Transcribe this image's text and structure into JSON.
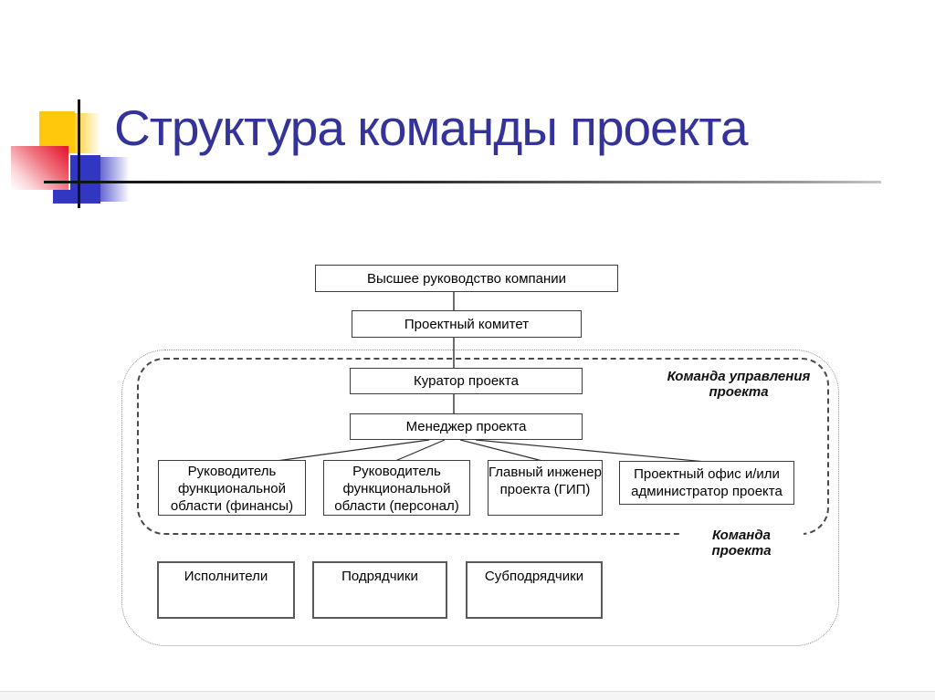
{
  "slide": {
    "title": "Структура команды проекта"
  },
  "colors": {
    "title_text": "#333399",
    "box_border": "#3d3d3d",
    "bottom_box_border": "#595959",
    "dashed_region_border": "#4a4a4a",
    "dotted_region_border": "#8f8f8f",
    "accent_yellow": "#ffc80a",
    "accent_red": "#e61931",
    "accent_blue": "#3136c3",
    "connector": "#2e2e2e"
  },
  "org_chart": {
    "boxes": {
      "top_management": "Высшее руководство компании",
      "project_committee": "Проектный комитет",
      "curator": "Куратор проекта",
      "manager": "Менеджер проекта",
      "func_finance": "Руководитель\nфункциональной\nобласти (финансы)",
      "func_hr": "Руководитель\nфункциональной\nобласти (персонал)",
      "chief_engineer": "Главный инженер\nпроекта (ГИП)",
      "project_office": "Проектный офис и/или\nадминистратор проекта",
      "executors": "Исполнители",
      "contractors": "Подрядчики",
      "subcontractors": "Субподрядчики"
    },
    "group_labels": {
      "management_team": "Команда управления\nпроекта",
      "project_team": "Команда проекта"
    }
  }
}
